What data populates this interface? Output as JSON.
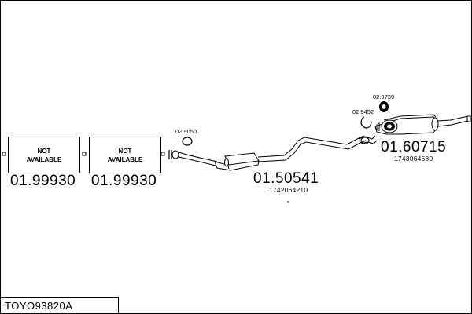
{
  "diagram_title": "TOYO93820A",
  "parts": [
    {
      "id": "front-pipe-box",
      "lines": [
        "NOT",
        "AVAILABLE"
      ],
      "number": "01.99930"
    },
    {
      "id": "catalyst-box",
      "lines": [
        "NOT",
        "AVAILABLE"
      ],
      "number": "01.99930"
    },
    {
      "id": "center-silencer",
      "number": "01.50541",
      "oem": "1742064210"
    },
    {
      "id": "rear-silencer",
      "number": "01.60715",
      "oem": "1743064680"
    }
  ],
  "accessories": [
    {
      "id": "gasket-front",
      "number": "02.9050"
    },
    {
      "id": "hanger-rear-1",
      "number": "02.9452"
    },
    {
      "id": "hanger-rear-2",
      "number": "02.9739"
    }
  ],
  "colors": {
    "line": "#000000",
    "background": "#ffffff"
  }
}
